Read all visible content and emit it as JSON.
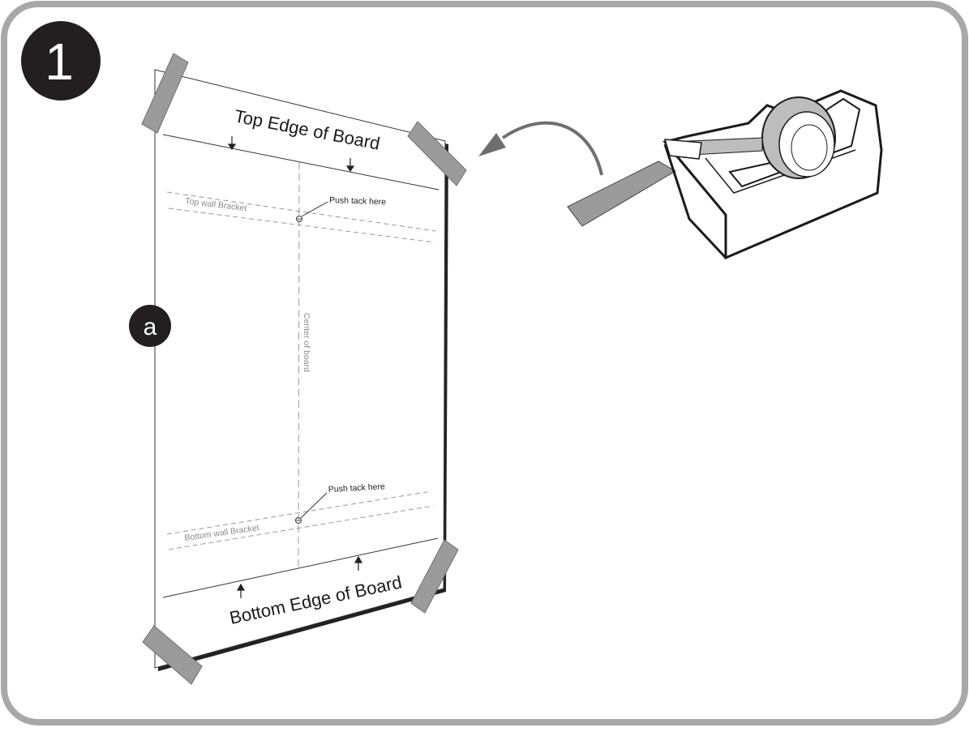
{
  "step": {
    "number": "1"
  },
  "callout": {
    "letter": "a"
  },
  "template": {
    "top_edge_label": "Top Edge of Board",
    "bottom_edge_label": "Bottom Edge of Board",
    "top_bracket_label": "Top wall Bracket",
    "bottom_bracket_label": "Bottom  wall Bracket",
    "push_tack_top": "Push tack here",
    "push_tack_bottom": "Push tack here",
    "center_label": "Center of board"
  },
  "colors": {
    "frame": "#a8a8a8",
    "badge": "#231f20",
    "tape": "#9b9b9b",
    "arrow": "#6f6f6f"
  },
  "icons": [
    "tape-dispenser-icon",
    "curved-arrow-icon",
    "masking-tape-icon"
  ]
}
